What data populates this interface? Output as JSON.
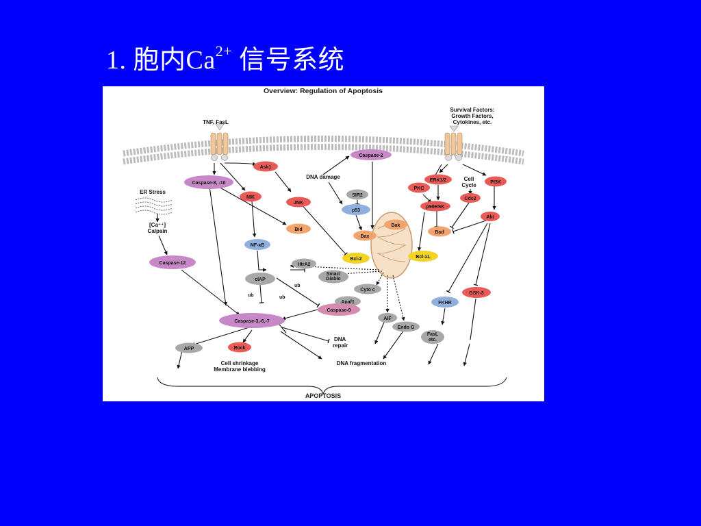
{
  "slide": {
    "title_prefix": "1. 胞内Ca",
    "title_sup": "2+",
    "title_suffix": " 信号系统"
  },
  "figure": {
    "title": "Overview: Regulation of Apoptosis",
    "footer": "APOPTOSIS",
    "colors": {
      "red": "#e85a55",
      "purple": "#c788c8",
      "orange": "#f2a46c",
      "blue": "#8fb0dc",
      "gray": "#a8a8a8",
      "yellow": "#f3d424",
      "pink": "#d58ab0"
    },
    "labels": {
      "tnf": "TNF, FasL",
      "survival": [
        "Survival Factors:",
        "Growth Factors,",
        "Cytokines, etc."
      ],
      "er_stress": "ER Stress",
      "ca_calpain": [
        "[Ca⁺⁺]",
        "Calpain"
      ],
      "dna_damage": "DNA damage",
      "cell_cycle": [
        "Cell",
        "Cycle"
      ],
      "dna_repair": [
        "DNA",
        "repair"
      ],
      "dna_fragmentation": "DNA fragmentation",
      "cell_shrinkage": [
        "Cell shrinkage",
        "Membrane blebbing"
      ],
      "ub1": "ub",
      "ub2": "ub",
      "ub3": "ub"
    },
    "nodes": {
      "caspase8": "Caspase-8, -10",
      "ask1": "Ask1",
      "caspase2": "Caspase-2",
      "nik": "NIK",
      "jnk": "JNK",
      "sir2": "SIR2",
      "p53": "p53",
      "bid": "Bid",
      "bak": "Bak",
      "bax": "Bax",
      "bcl2": "Bcl-2",
      "bclxl": "Bcl-xL",
      "bad": "Bad",
      "pkc": "PKC",
      "erk": "ERK1/2",
      "cdc2": "Cdc2",
      "pi3k": "PI3K",
      "p90rsk": "p90RSK",
      "akt": "Akt",
      "nfkb": "NF-κB",
      "htra2": "HtrA2",
      "smac": [
        "Smac/",
        "Diablo"
      ],
      "ciap": "cIAP",
      "cytoc": "Cyto c",
      "apaf1": "Apaf1",
      "caspase9": "Caspase-9",
      "caspase12": "Caspase-12",
      "caspase3": "Caspase-3,-6,-7",
      "aif": "AIF",
      "endog": "Endo G",
      "fkhr": "FKHR",
      "gsk3": "GSK-3",
      "fasl": [
        "FasL",
        "etc."
      ],
      "app": "APP",
      "rock": "Rock"
    }
  }
}
